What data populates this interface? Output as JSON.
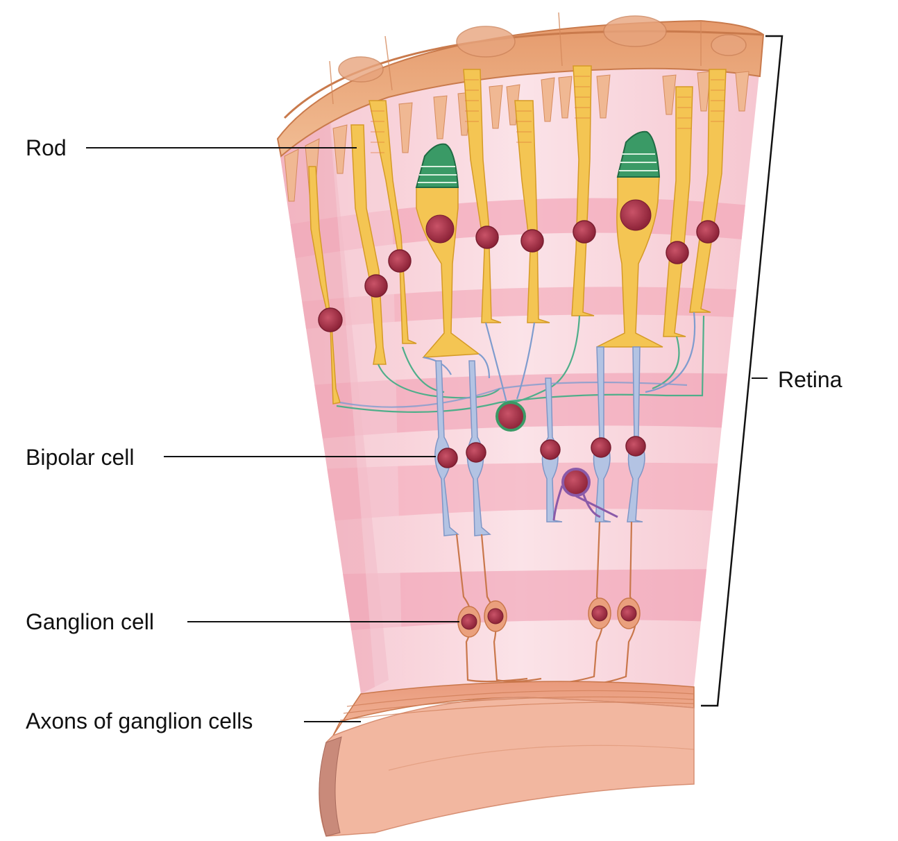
{
  "labels": {
    "rod": "Rod",
    "bipolar": "Bipolar cell",
    "ganglion": "Ganglion cell",
    "axons": "Axons of ganglion cells",
    "retina": "Retina"
  },
  "colors": {
    "background": "#ffffff",
    "tissue_pink": "#f7c9d2",
    "band_pink": "#f3a9b9",
    "pigment_epithelium": "#e9a679",
    "photoreceptor_yellow": "#f2c04a",
    "cone_green": "#2f8a5c",
    "bipolar_blue": "#9fb3d6",
    "ganglion_orange": "#d68b5a",
    "nucleus": "#a8324a",
    "nerve_fiber_layer": "#e8977a",
    "leader_line": "#111111"
  }
}
